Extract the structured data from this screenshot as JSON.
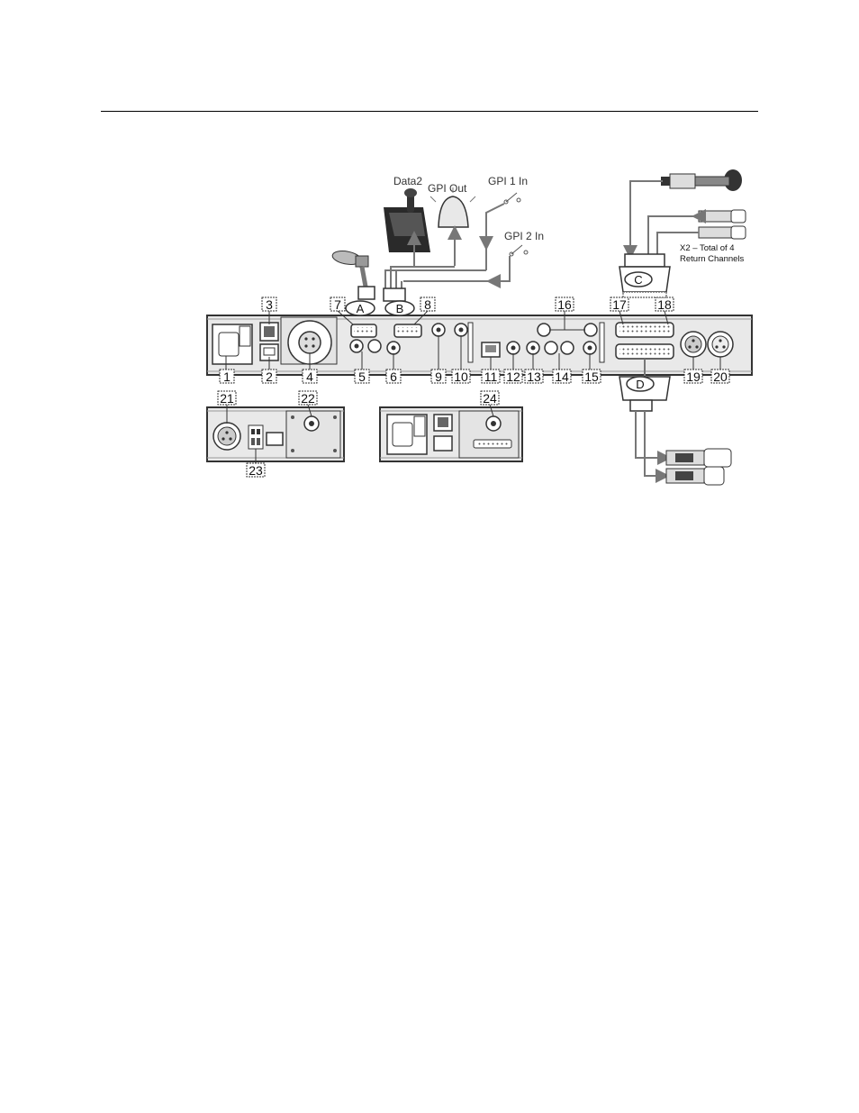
{
  "labels": {
    "data2": "Data2",
    "gpi_out": "GPI Out",
    "gpi1_in": "GPI 1 In",
    "gpi2_in": "GPI 2 In",
    "x2_line1": "X2 – Total of 4",
    "x2_line2": "Return Channels"
  },
  "callouts": {
    "a": "A",
    "b": "B",
    "c": "C",
    "d": "D"
  },
  "numbers": [
    "1",
    "2",
    "3",
    "4",
    "5",
    "6",
    "7",
    "8",
    "9",
    "10",
    "11",
    "12",
    "13",
    "14",
    "15",
    "16",
    "17",
    "18",
    "19",
    "20",
    "21",
    "22",
    "23",
    "24"
  ]
}
